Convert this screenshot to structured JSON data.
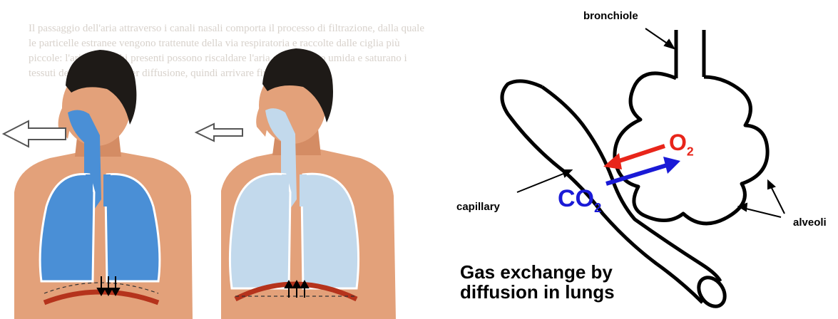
{
  "background_text": "Il passaggio dell'aria attraverso i canali nasali comporta il processo di filtrazione, dalla quale le particelle estranee vengono trattenute della via respiratoria e raccolte dalle ciglia più piccole: l'aria, i muschi presenti possono riscaldare l'aria e la rendono umida e saturano i tessuti delle vie aeree, per diffusione, quindi arrivare fino agli alveoli...",
  "labels": {
    "bronchiole": "bronchiole",
    "capillary": "capillary",
    "alveoli": "alveoli"
  },
  "gases": {
    "o2": {
      "main": "O",
      "sub": "2"
    },
    "co2": {
      "main": "CO",
      "sub": "2"
    }
  },
  "title": {
    "line1": "Gas exchange by",
    "line2": "diffusion in lungs"
  },
  "colors": {
    "o2_arrow": "#e8251a",
    "co2_arrow": "#1a1ad6",
    "skin": "#e3a17a",
    "lung_exhale": "#4a8fd6",
    "lung_inhale": "#c2d9ec",
    "diaphragm": "#b5331c"
  },
  "figures": [
    {
      "name": "exhale",
      "diaphragm_arrows": "down"
    },
    {
      "name": "inhale",
      "diaphragm_arrows": "up"
    }
  ]
}
